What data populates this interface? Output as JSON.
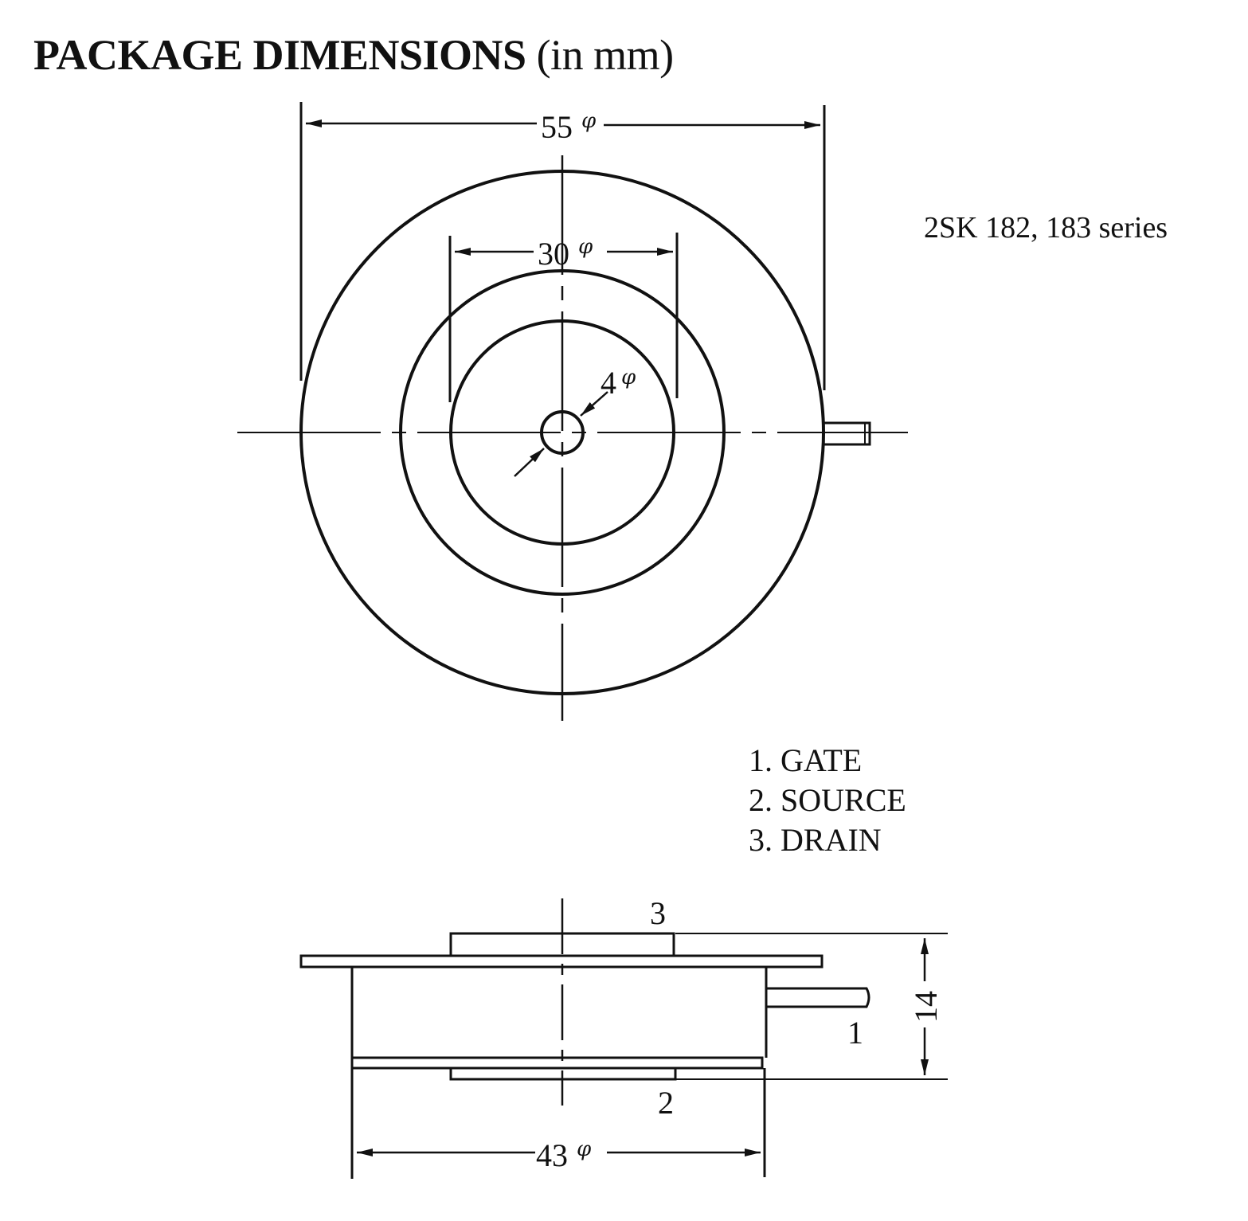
{
  "title": {
    "bold": "PACKAGE DIMENSIONS",
    "normal": "(in mm)"
  },
  "series_label": "2SK 182, 183 series",
  "top_view": {
    "outer_diameter": "55",
    "inner_diameter": "30",
    "hole_diameter": "4",
    "diameter_symbol": "φ"
  },
  "legend": [
    "1. GATE",
    "2. SOURCE",
    "3. DRAIN"
  ],
  "side_view": {
    "terminal_top": "3",
    "terminal_bottom": "2",
    "terminal_side": "1",
    "height": "14",
    "body_diameter": "43"
  }
}
